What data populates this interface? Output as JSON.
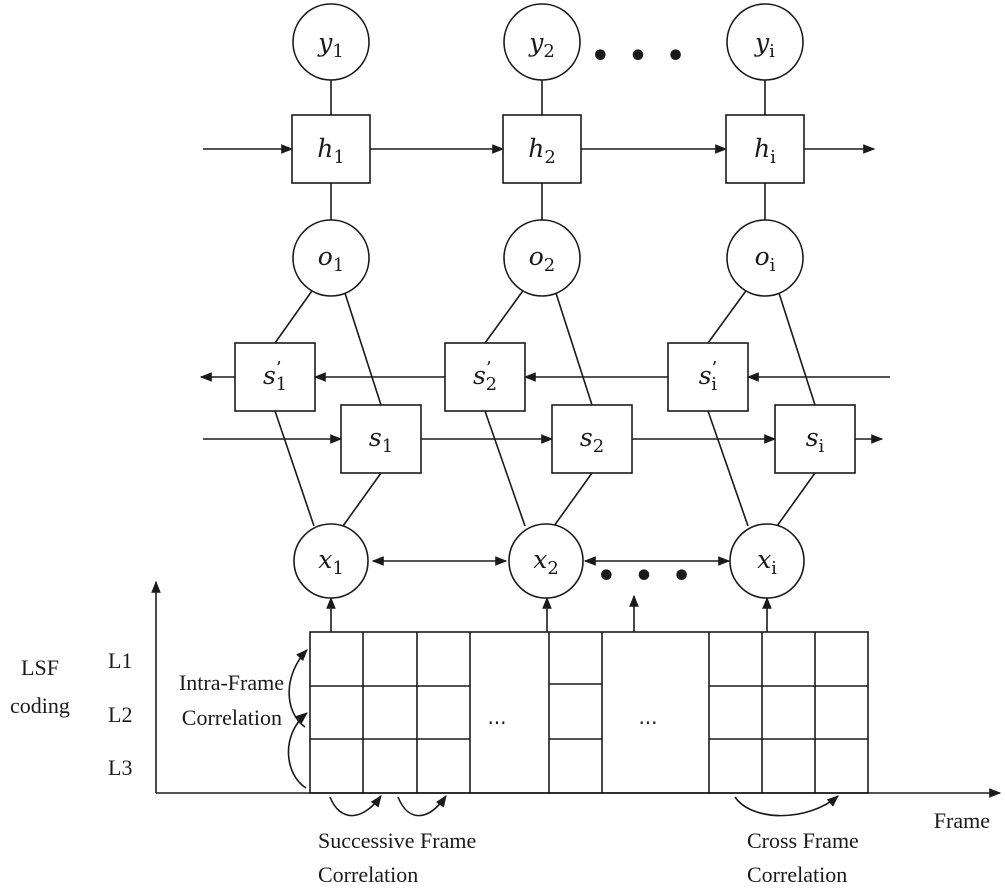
{
  "outputs": [
    {
      "sym": "y",
      "sub": "1"
    },
    {
      "sym": "y",
      "sub": "2"
    },
    {
      "sym": "y",
      "sub": "i"
    }
  ],
  "hidden": [
    {
      "sym": "h",
      "sub": "1"
    },
    {
      "sym": "h",
      "sub": "2"
    },
    {
      "sym": "h",
      "sub": "i"
    }
  ],
  "merge": [
    {
      "sym": "o",
      "sub": "1"
    },
    {
      "sym": "o",
      "sub": "2"
    },
    {
      "sym": "o",
      "sub": "i"
    }
  ],
  "backward_states": [
    {
      "sym": "s",
      "prime": "’",
      "sub": "1"
    },
    {
      "sym": "s",
      "prime": "’",
      "sub": "2"
    },
    {
      "sym": "s",
      "prime": "’",
      "sub": "i"
    }
  ],
  "forward_states": [
    {
      "sym": "s",
      "sub": "1"
    },
    {
      "sym": "s",
      "sub": "2"
    },
    {
      "sym": "s",
      "sub": "i"
    }
  ],
  "inputs": [
    {
      "sym": "x",
      "sub": "1"
    },
    {
      "sym": "x",
      "sub": "2"
    },
    {
      "sym": "x",
      "sub": "i"
    }
  ],
  "ellipsis_big": "• • •",
  "ellipsis_small": "...",
  "axis": {
    "y_label_line1": "LSF",
    "y_label_line2": "coding",
    "x_label": "Frame"
  },
  "levels": [
    "L1",
    "L2",
    "L3"
  ],
  "annotations": {
    "intra_line1": "Intra-Frame",
    "intra_line2": "Correlation",
    "successive_line1": "Successive Frame",
    "successive_line2": "Correlation",
    "cross_line1": "Cross Frame",
    "cross_line2": "Correlation"
  }
}
